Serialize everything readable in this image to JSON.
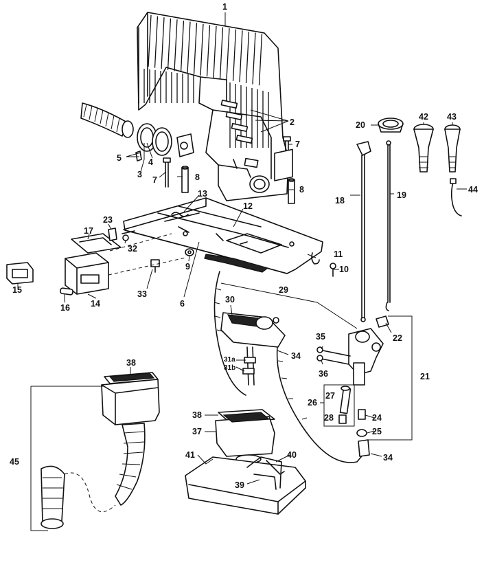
{
  "diagram": {
    "labels": {
      "l1": "1",
      "l2": "2",
      "l3": "3",
      "l4": "4",
      "l5": "5",
      "l6": "6",
      "l7a": "7",
      "l7b": "7",
      "l8a": "8",
      "l8b": "8",
      "l9": "9",
      "l10": "10",
      "l11": "11",
      "l12": "12",
      "l13": "13",
      "l14": "14",
      "l15": "15",
      "l16": "16",
      "l17": "17",
      "l18": "18",
      "l19": "19",
      "l20": "20",
      "l21": "21",
      "l22": "22",
      "l23": "23",
      "l24": "24",
      "l25": "25",
      "l26": "26",
      "l27": "27",
      "l28": "28",
      "l29": "29",
      "l30": "30",
      "l31a": "31a",
      "l31b": "31b",
      "l32": "32",
      "l33": "33",
      "l34a": "34",
      "l34b": "34",
      "l35": "35",
      "l36": "36",
      "l37": "37",
      "l38a": "38",
      "l38b": "38",
      "l39": "39",
      "l40": "40",
      "l41": "41",
      "l42": "42",
      "l43": "43",
      "l44": "44",
      "l45": "45"
    }
  }
}
